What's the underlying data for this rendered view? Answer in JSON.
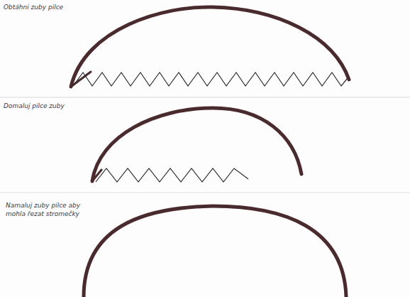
{
  "diagram": {
    "labels": [
      "Obtáhni zuby pilce",
      "Domaluj pilce zuby",
      "Namaluj zuby pilce aby mohla řezat stromečky"
    ]
  }
}
